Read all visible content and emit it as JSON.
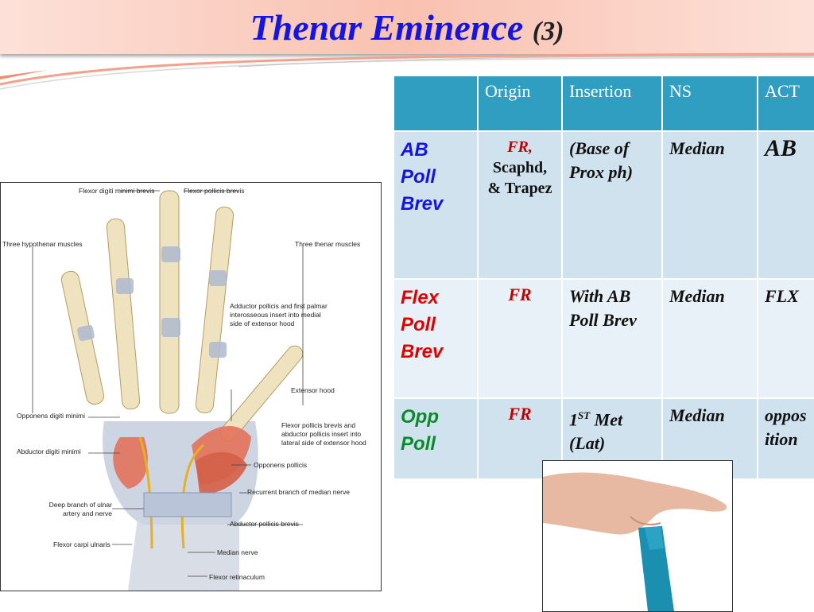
{
  "slide": {
    "title": "Thenar Eminence",
    "title_number": "(3)"
  },
  "table": {
    "headers": [
      "",
      "Origin",
      "Insertion",
      "NS",
      "ACT"
    ],
    "rows": [
      {
        "muscle": "AB Poll Brev",
        "muscle_color": "#1414e6",
        "origin_fr": "FR,",
        "origin_rest": "Scaphd, & Trapez",
        "insertion": "(Base of Prox ph)",
        "ns": "Median",
        "act": "AB"
      },
      {
        "muscle": "Flex Poll Brev",
        "muscle_color": "#e00000",
        "origin_fr": "FR",
        "origin_rest": "",
        "insertion": "With AB Poll Brev",
        "ns": "Median",
        "act": "FLX"
      },
      {
        "muscle": "Opp Poll",
        "muscle_color": "#0a8a2a",
        "origin_fr": "FR",
        "origin_rest": "",
        "insertion_main": "1",
        "insertion_sup": "ST",
        "insertion_rest": " Met (Lat)",
        "ns": "Median",
        "act": "opposition"
      }
    ]
  },
  "figure": {
    "labels": {
      "flexor_digiti_minimi_brevis": "Flexor digiti minimi brevis",
      "flexor_pollicis_brevis": "Flexor pollicis brevis",
      "three_hypothenar": "Three hypothenar muscles",
      "three_thenar": "Three thenar muscles",
      "adductor": "Adductor pollicis and first palmar interosseous insert into medial side of extensor hood",
      "extensor_hood": "Extensor hood",
      "fpb_insert": "Flexor pollicis brevis and abductor pollicis insert into lateral side of extensor hood",
      "opponens_digiti_minimi": "Opponens digiti minimi",
      "abductor_digiti_minimi": "Abductor digiti minimi",
      "opponens_pollicis": "Opponens pollicis",
      "recurrent_branch": "Recurrent branch  of median nerve",
      "deep_branch": "Deep branch of ulnar artery and nerve",
      "abductor_pollicis_brevis": "Abductor pollicis brevis",
      "flexor_carpi_ulnaris": "Flexor carpi ulnaris",
      "median_nerve": "Median nerve",
      "flexor_retinaculum": "Flexor retinaculum"
    }
  },
  "colors": {
    "title": "#1414e6",
    "header_bg": "#2f9ec0",
    "row_bg_dark": "#cfe2ee",
    "row_bg_light": "#e8f1f7",
    "origin_red": "#c00000"
  }
}
